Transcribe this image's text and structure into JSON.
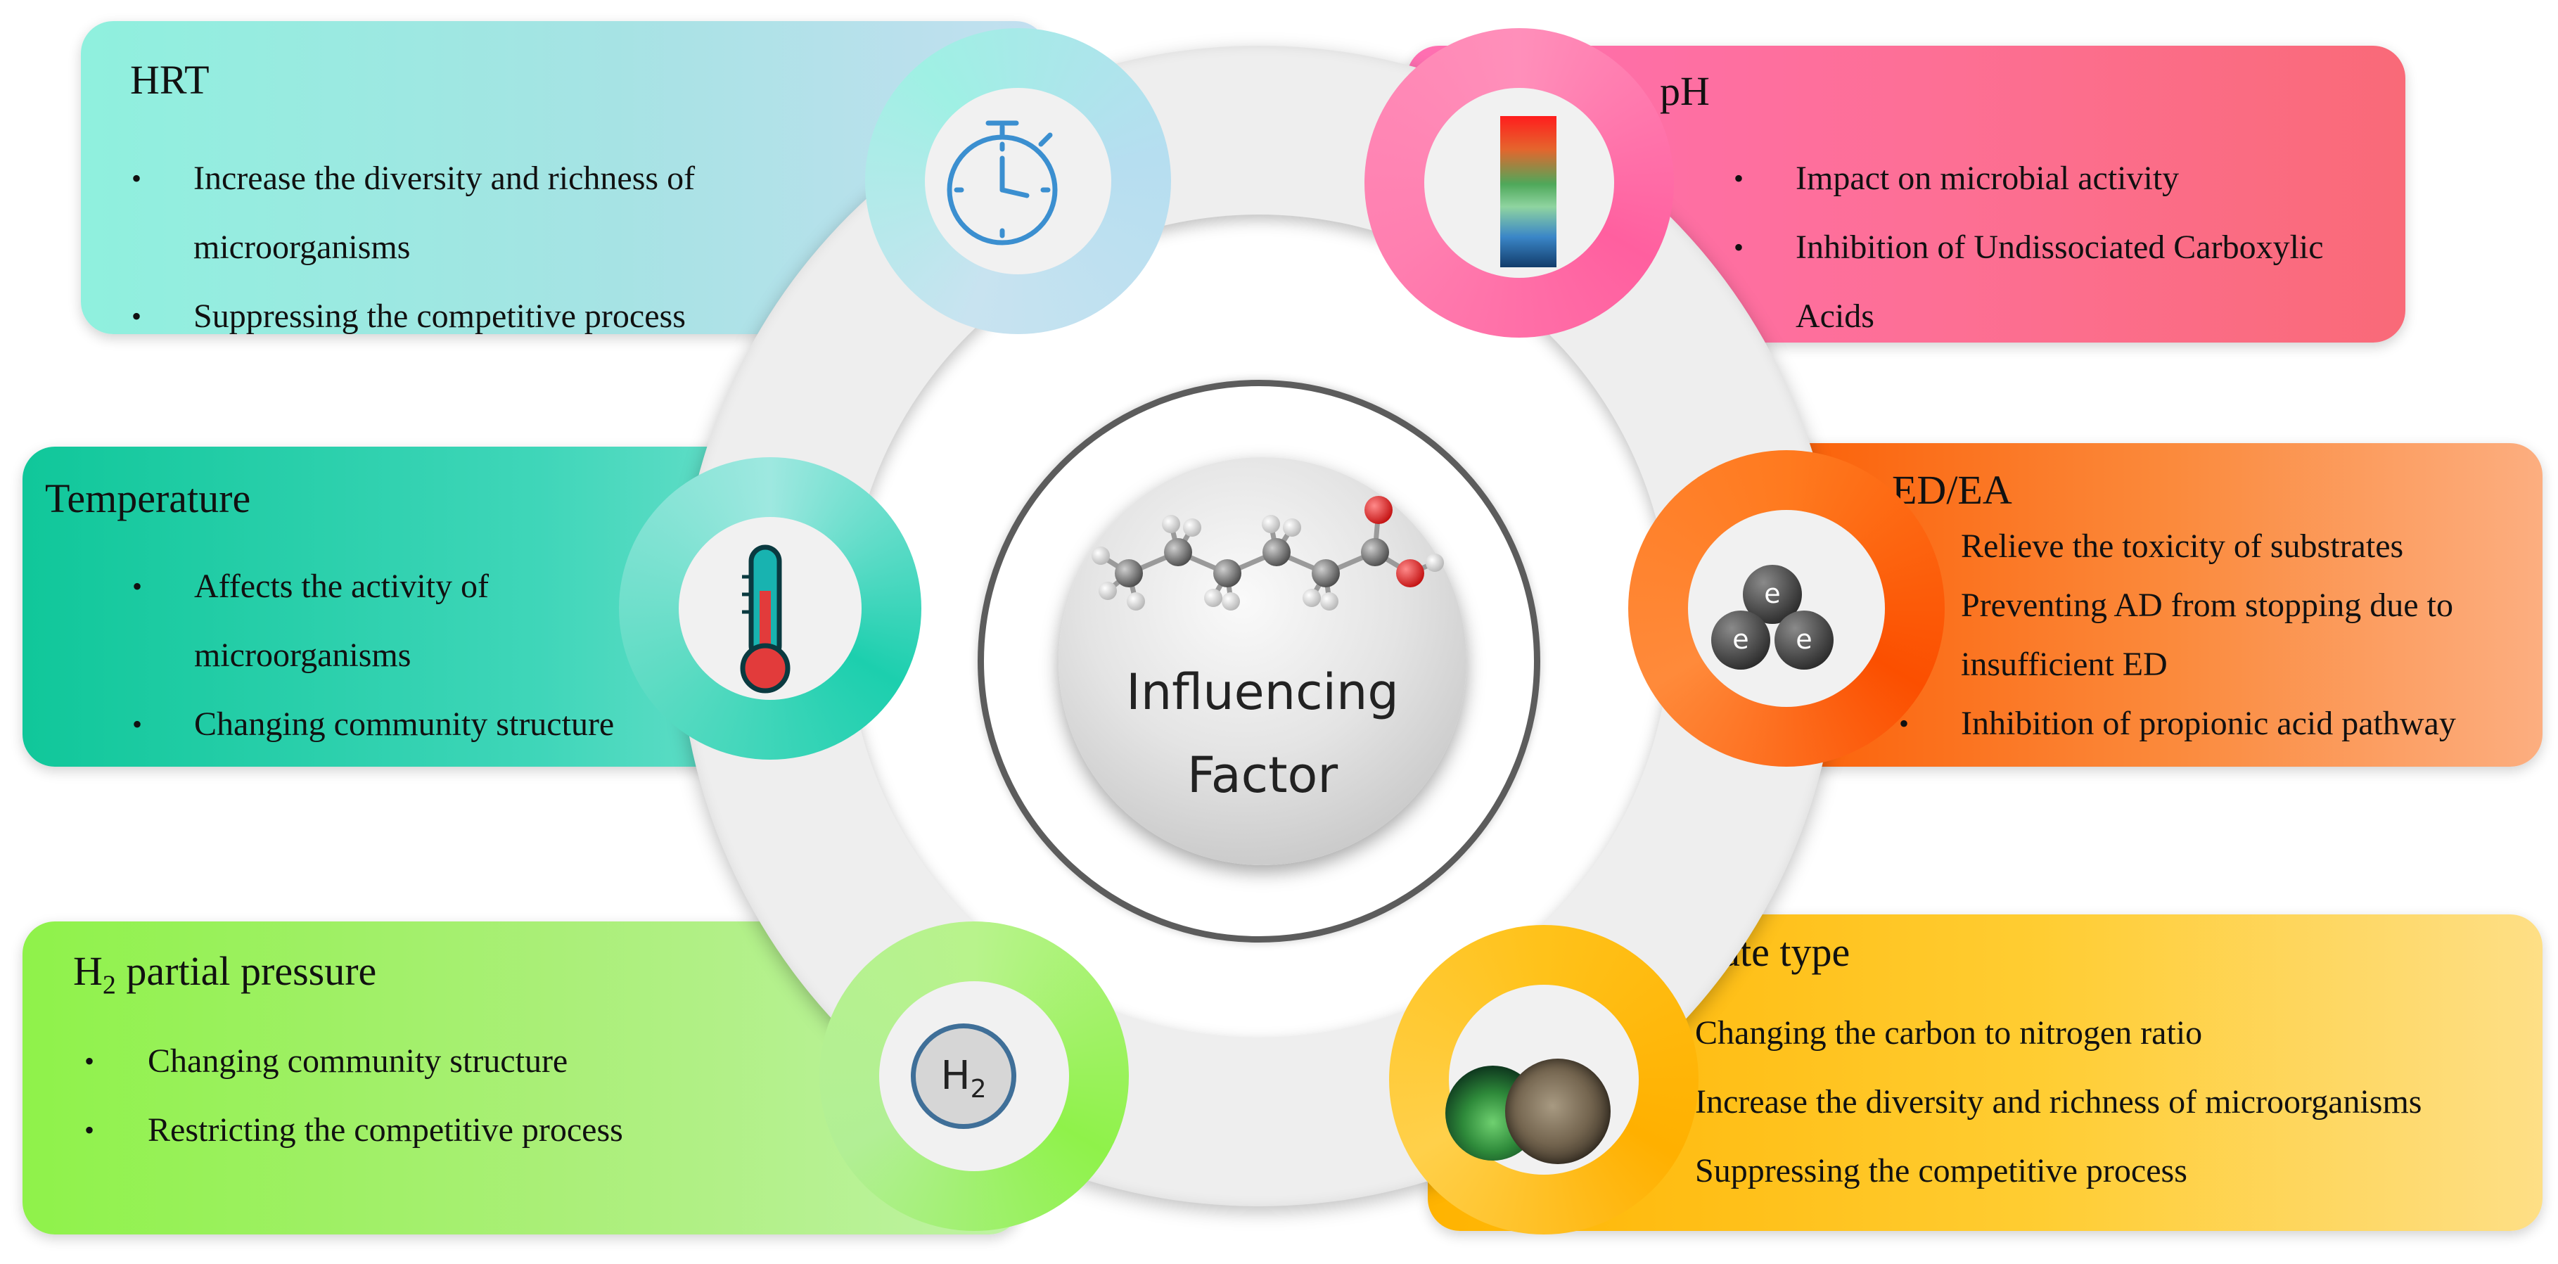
{
  "center": {
    "line1": "Influencing",
    "line2": "Factor"
  },
  "factors": {
    "hrt": {
      "title": "HRT",
      "bullets": [
        "Increase the diversity and richness of microorganisms",
        "Suppressing the competitive process"
      ],
      "icon": "stopwatch-icon"
    },
    "ph": {
      "title": "pH",
      "bullets": [
        "Impact on microbial activity",
        "Inhibition of Undissociated Carboxylic Acids"
      ],
      "icon": "ph-scale-icon"
    },
    "temperature": {
      "title": "Temperature",
      "bullets": [
        "Affects the activity of microorganisms",
        "Changing community structure"
      ],
      "icon": "thermometer-icon"
    },
    "edea": {
      "title": "ED/EA",
      "bullets": [
        "Relieve the toxicity of substrates",
        "Preventing AD from stopping due to insufficient ED",
        "Inhibition of propionic acid pathway"
      ],
      "icon": "electrons-icon",
      "icon_text": "e"
    },
    "h2": {
      "title_main": "H",
      "title_sub": "2",
      "title_rest": " partial pressure",
      "bullets": [
        "Changing community structure",
        "Restricting the competitive process"
      ],
      "icon": "h2-icon",
      "icon_text_main": "H",
      "icon_text_sub": "2"
    },
    "substrate": {
      "title": "Substrate type",
      "bullets": [
        "Changing the carbon to nitrogen ratio",
        "Increase the diversity and richness of microorganisms",
        "Suppressing the competitive process"
      ],
      "icon": "substrate-photo-icon"
    }
  },
  "colors": {
    "hrt": "#a6e3e4",
    "ph": "#fd6f94",
    "temperature": "#3fd6b9",
    "edea": "#fb8a3c",
    "h2": "#abef79",
    "substrate": "#ffcd32"
  }
}
